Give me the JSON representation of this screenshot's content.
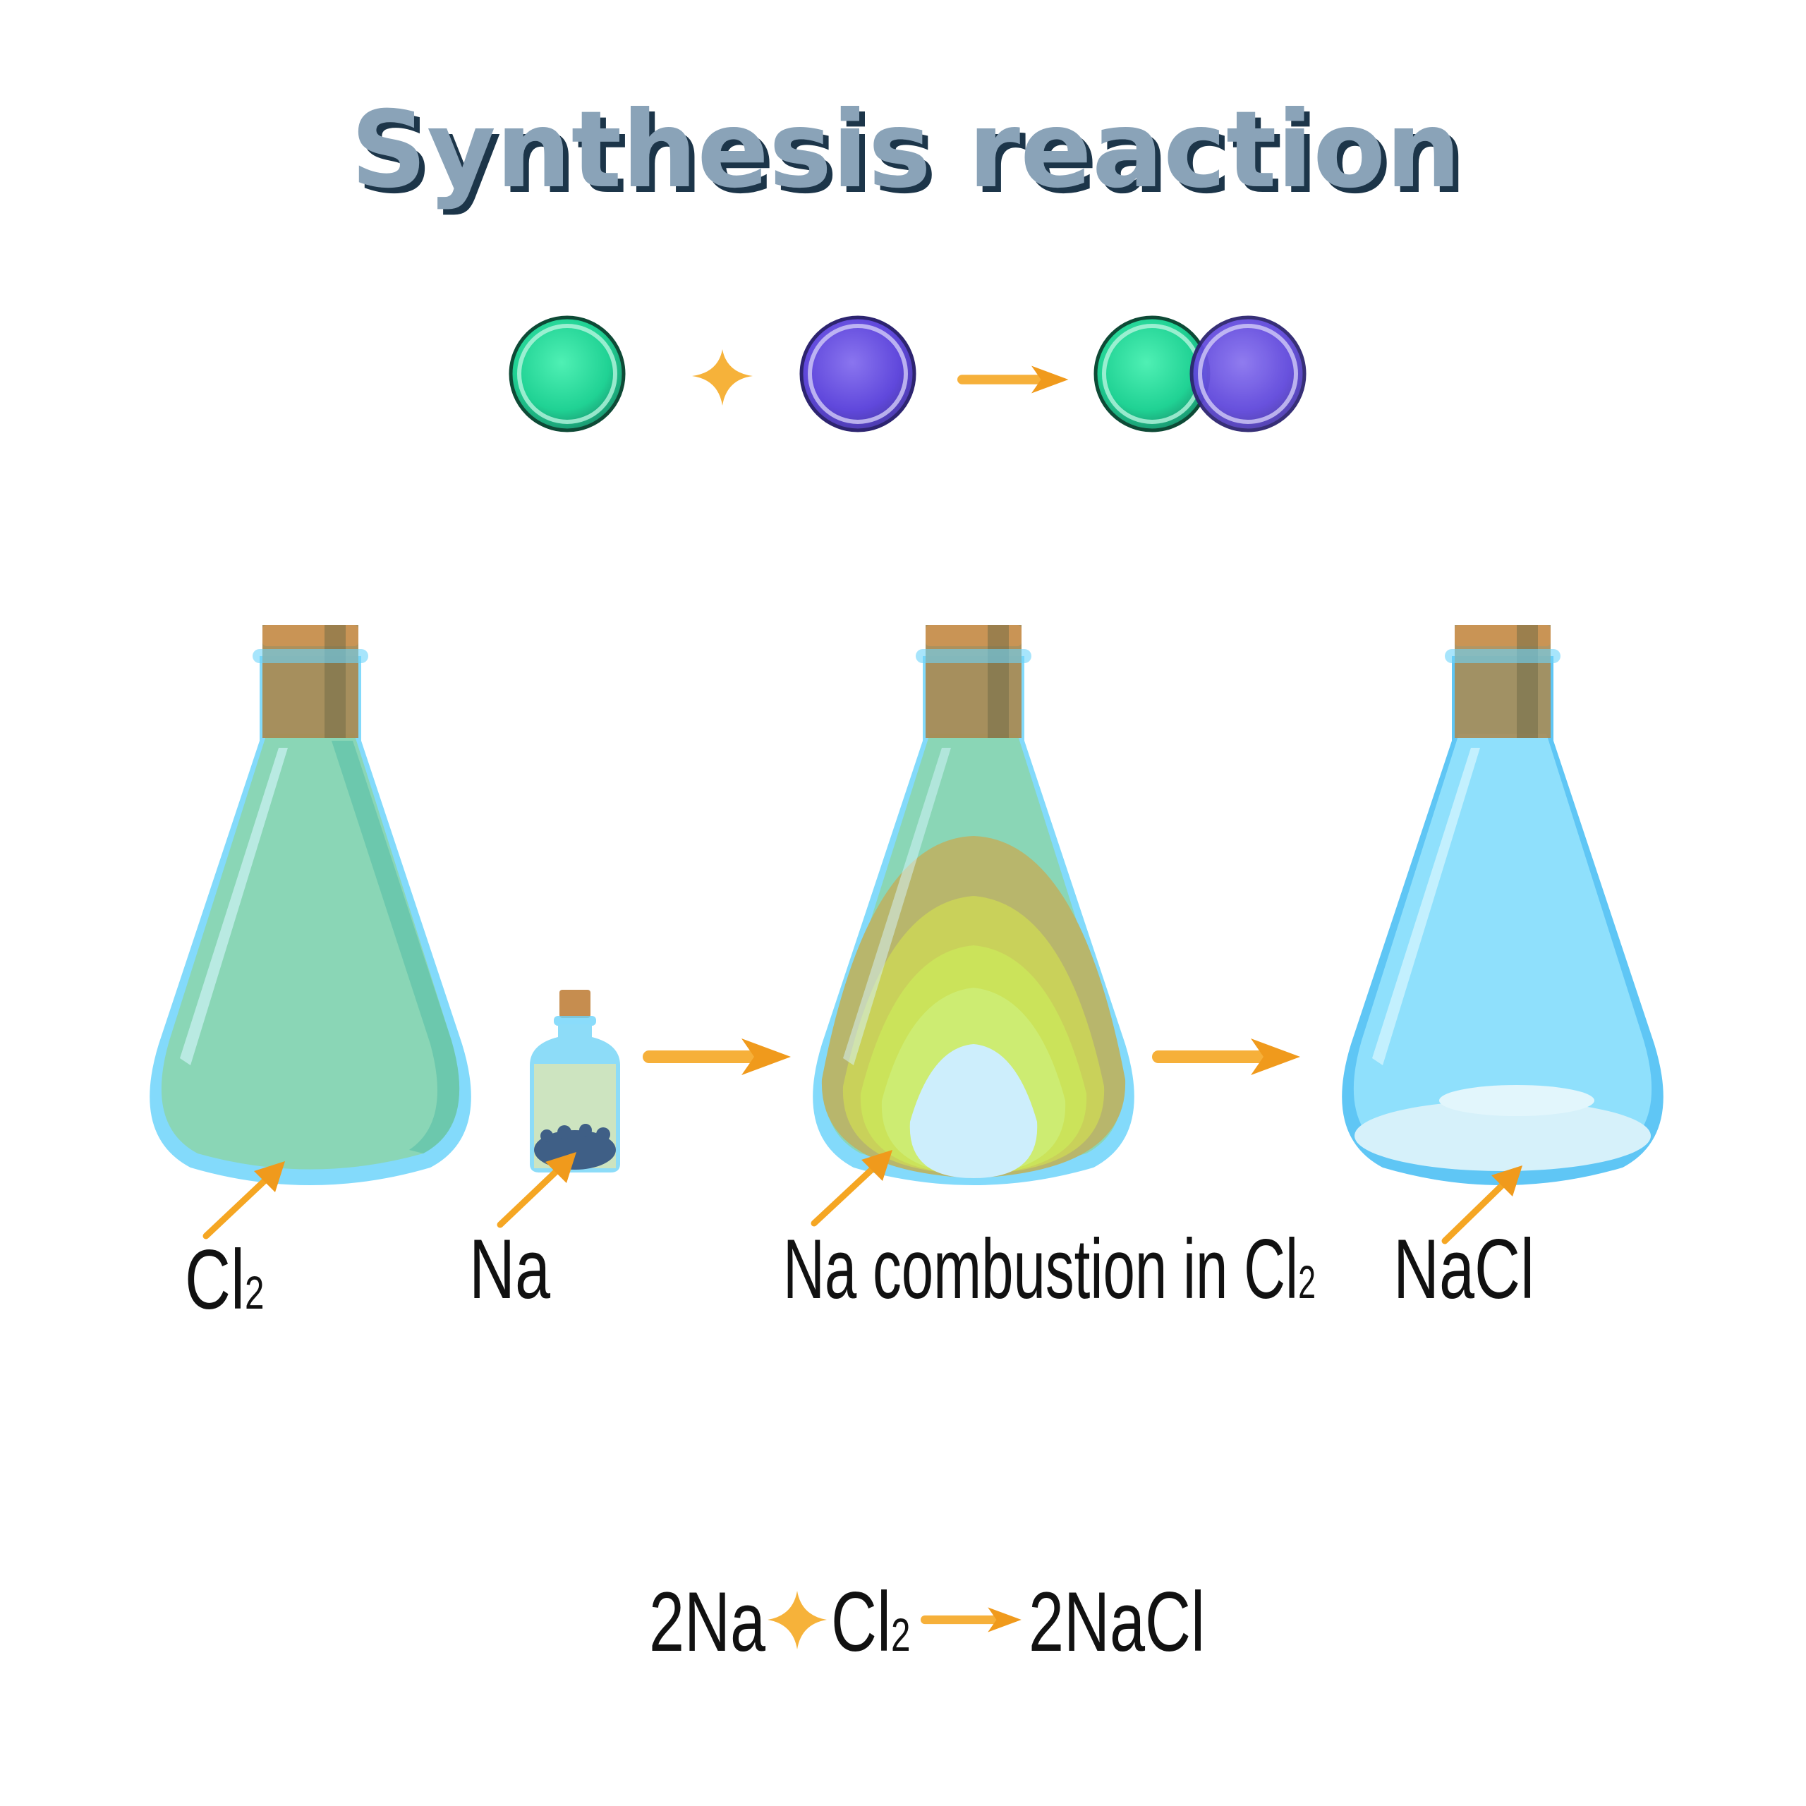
{
  "title": "Synthesis reaction",
  "colors": {
    "title_fill": "#8aa3b8",
    "title_shadow": "#1f3448",
    "green_atom": "#22d99a",
    "purple_atom": "#6a52e0",
    "arrow": "#f5a623",
    "glass": "#6dd3fa",
    "chlorine_gas": "#8ad6b6",
    "cork": "#c99455"
  },
  "atoms_row": {
    "reactant_1": "green-atom",
    "operator": "plus",
    "reactant_2": "purple-atom",
    "yields": "arrow",
    "product": "green-purple-molecule"
  },
  "labels": {
    "cl2": {
      "main": "Cl",
      "sub": "2"
    },
    "na": {
      "main": "Na"
    },
    "combustion": {
      "main": "Na combustion in Cl",
      "sub": "2"
    },
    "nacl": {
      "main": "NaCl"
    }
  },
  "equation": {
    "left_1": "2Na",
    "left_2_main": "Cl",
    "left_2_sub": "2",
    "right": "2NaCl"
  }
}
